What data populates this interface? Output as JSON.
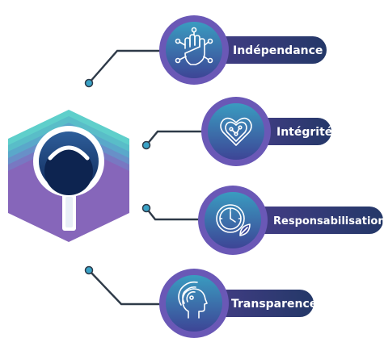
{
  "values": [
    {
      "label": "Indépendance",
      "icon": "raised-fist-network-icon"
    },
    {
      "label": "Intégrité",
      "icon": "heart-network-icon"
    },
    {
      "label": "Responsabilisation",
      "icon": "clock-leaf-icon"
    },
    {
      "label": "Transparence",
      "icon": "head-signal-icon"
    }
  ],
  "emblem_icon": "magnifying-glass-layered-hexagon-icon",
  "colors": {
    "pill_dark": "#243868",
    "pill_light": "#4a3e8c",
    "circle_outer": "#6a58b6",
    "circle_inner_top": "#3a8fb8",
    "circle_inner_bottom": "#3c4a9a",
    "connector": "#2e3a48",
    "dot_fill": "#3ca0c4",
    "hex_layers": [
      "#5cc8c8",
      "#56b8c6",
      "#5aa4c8",
      "#6a8cc6",
      "#7a76c0",
      "#8a66b8",
      "#7c5aae"
    ]
  }
}
